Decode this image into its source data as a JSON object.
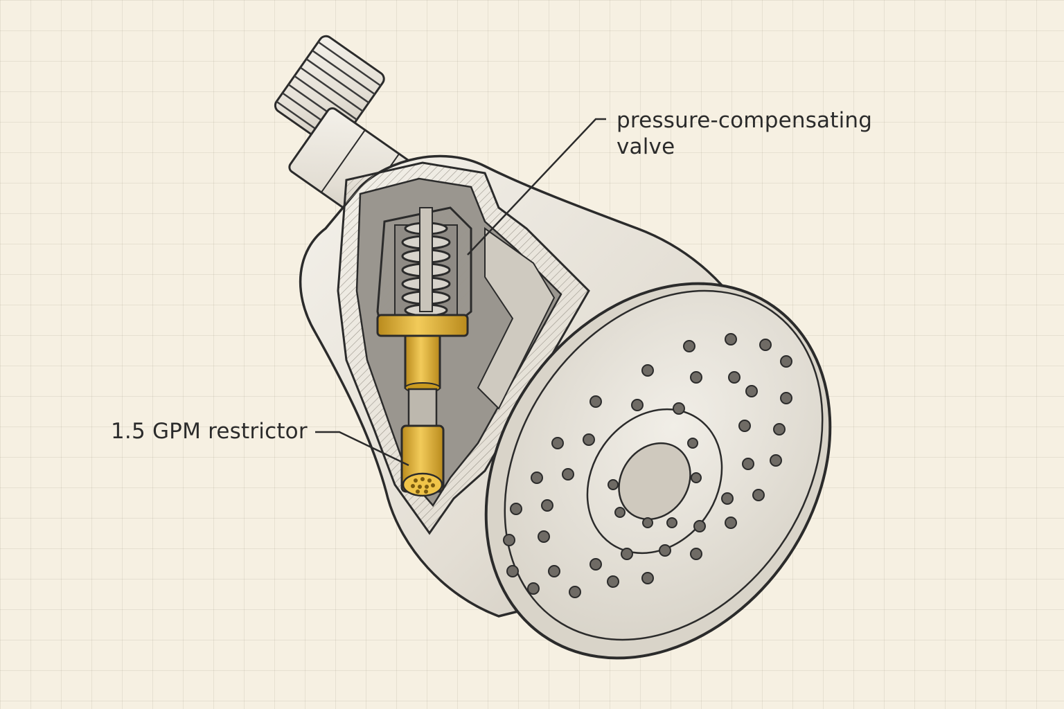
{
  "labels": {
    "valve_line1": "pressure-compensating",
    "valve_line2": "valve",
    "restrictor": "1.5 GPM restrictor"
  },
  "colors": {
    "paper": "#f6f0e2",
    "grid": "#d9d0bd",
    "ink": "#2b2b2b",
    "metal": "#ece8df",
    "metal_shadow": "#b9b4aa",
    "cavity": "#8c8983",
    "brass": "#e0b23a",
    "brass_dark": "#a87c14"
  },
  "icons": {
    "spring": "coil-spring-icon",
    "nozzles": "spray-nozzle-icon"
  }
}
